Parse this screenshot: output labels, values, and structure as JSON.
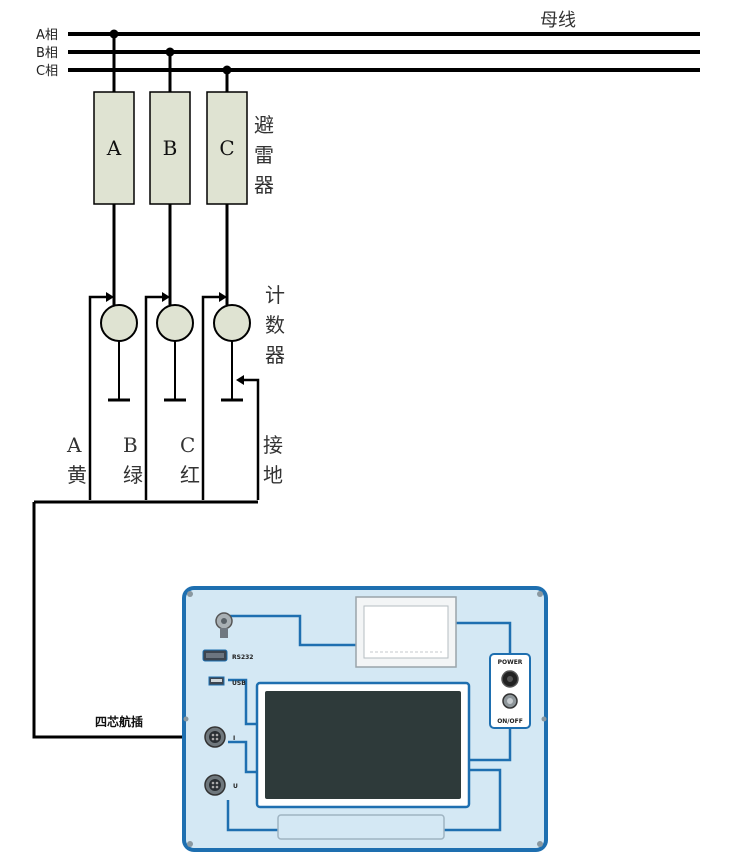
{
  "busbar": {
    "title": "母线",
    "phases": [
      "A相",
      "B相",
      "C相"
    ]
  },
  "arresters": {
    "letters": [
      "A",
      "B",
      "C"
    ],
    "label": [
      "避",
      "雷",
      "器"
    ]
  },
  "counter": {
    "label": [
      "计",
      "数",
      "器"
    ]
  },
  "wires": {
    "phases": [
      {
        "letter": "A",
        "color": "黄"
      },
      {
        "letter": "B",
        "color": "绿"
      },
      {
        "letter": "C",
        "color": "红"
      }
    ],
    "ground": [
      "接",
      "地"
    ]
  },
  "connector": {
    "label": "四芯航插"
  },
  "device": {
    "rs232": "RS232",
    "usb": "USB",
    "port_i": "I",
    "port_u": "U",
    "power": "POWER",
    "onoff": "ON/OFF"
  },
  "colors": {
    "wire": "#000000",
    "arrester_fill": "#dfe3d2",
    "panel_fill": "#d4e8f4",
    "panel_line": "#1e6fb0",
    "screen": "#2e3a3a"
  }
}
